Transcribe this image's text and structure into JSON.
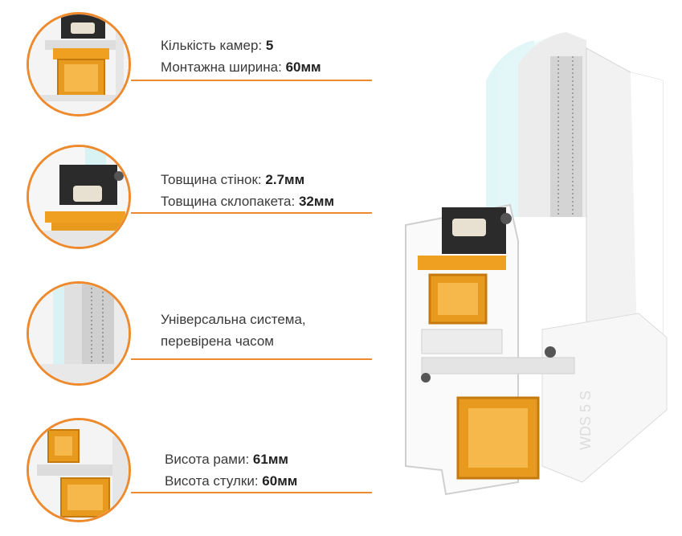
{
  "features": [
    {
      "lines": [
        {
          "label": "Кількість камер: ",
          "value": "5"
        },
        {
          "label": "Монтажна ширина: ",
          "value": "60мм"
        }
      ]
    },
    {
      "lines": [
        {
          "label": "Товщина стінок: ",
          "value": "2.7мм"
        },
        {
          "label": "Товщина склопакета: ",
          "value": "32мм"
        }
      ]
    },
    {
      "lines": [
        {
          "label": "Універсальна система,",
          "value": ""
        },
        {
          "label": "перевірена часом",
          "value": ""
        }
      ]
    },
    {
      "lines": [
        {
          "label": "Висота рами: ",
          "value": "61мм"
        },
        {
          "label": "Висота стулки: ",
          "value": "60мм"
        }
      ]
    }
  ],
  "profile_marking": "WDS 5 S",
  "colors": {
    "accent": "#ee8a2e",
    "reinforcement": "#f0a020",
    "glass": "#c8ecef"
  }
}
